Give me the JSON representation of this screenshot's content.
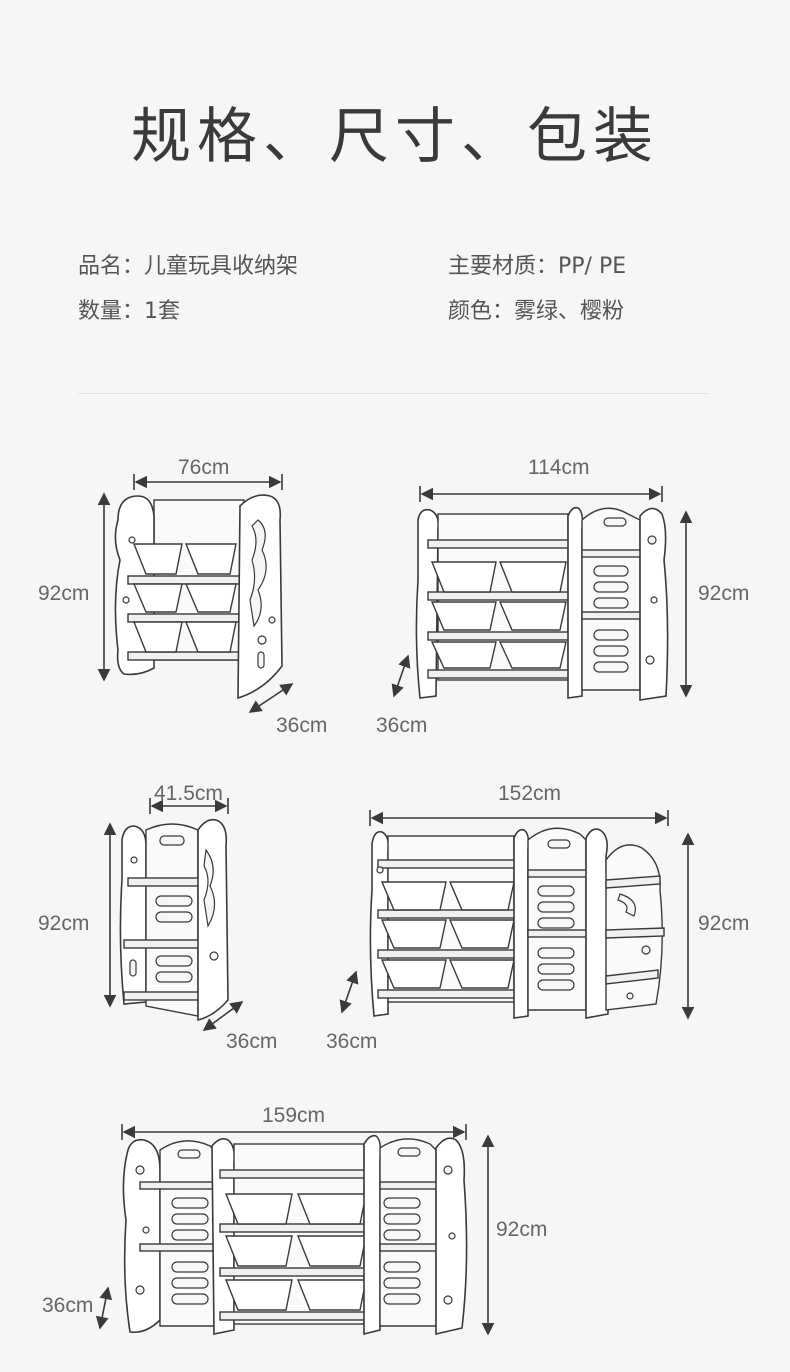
{
  "title": "规格、尺寸、包装",
  "specs": {
    "name": "品名：儿童玩具收纳架",
    "material": "主要材质：PP/ PE",
    "quantity": "数量：1套",
    "color": "颜色：雾绿、樱粉"
  },
  "products": [
    {
      "width": "76cm",
      "height": "92cm",
      "depth": "36cm"
    },
    {
      "width": "114cm",
      "height": "92cm",
      "depth": "36cm"
    },
    {
      "width": "41.5cm",
      "height": "92cm",
      "depth": "36cm"
    },
    {
      "width": "152cm",
      "height": "92cm",
      "depth": "36cm"
    },
    {
      "width": "159cm",
      "height": "92cm",
      "depth": "36cm"
    }
  ]
}
